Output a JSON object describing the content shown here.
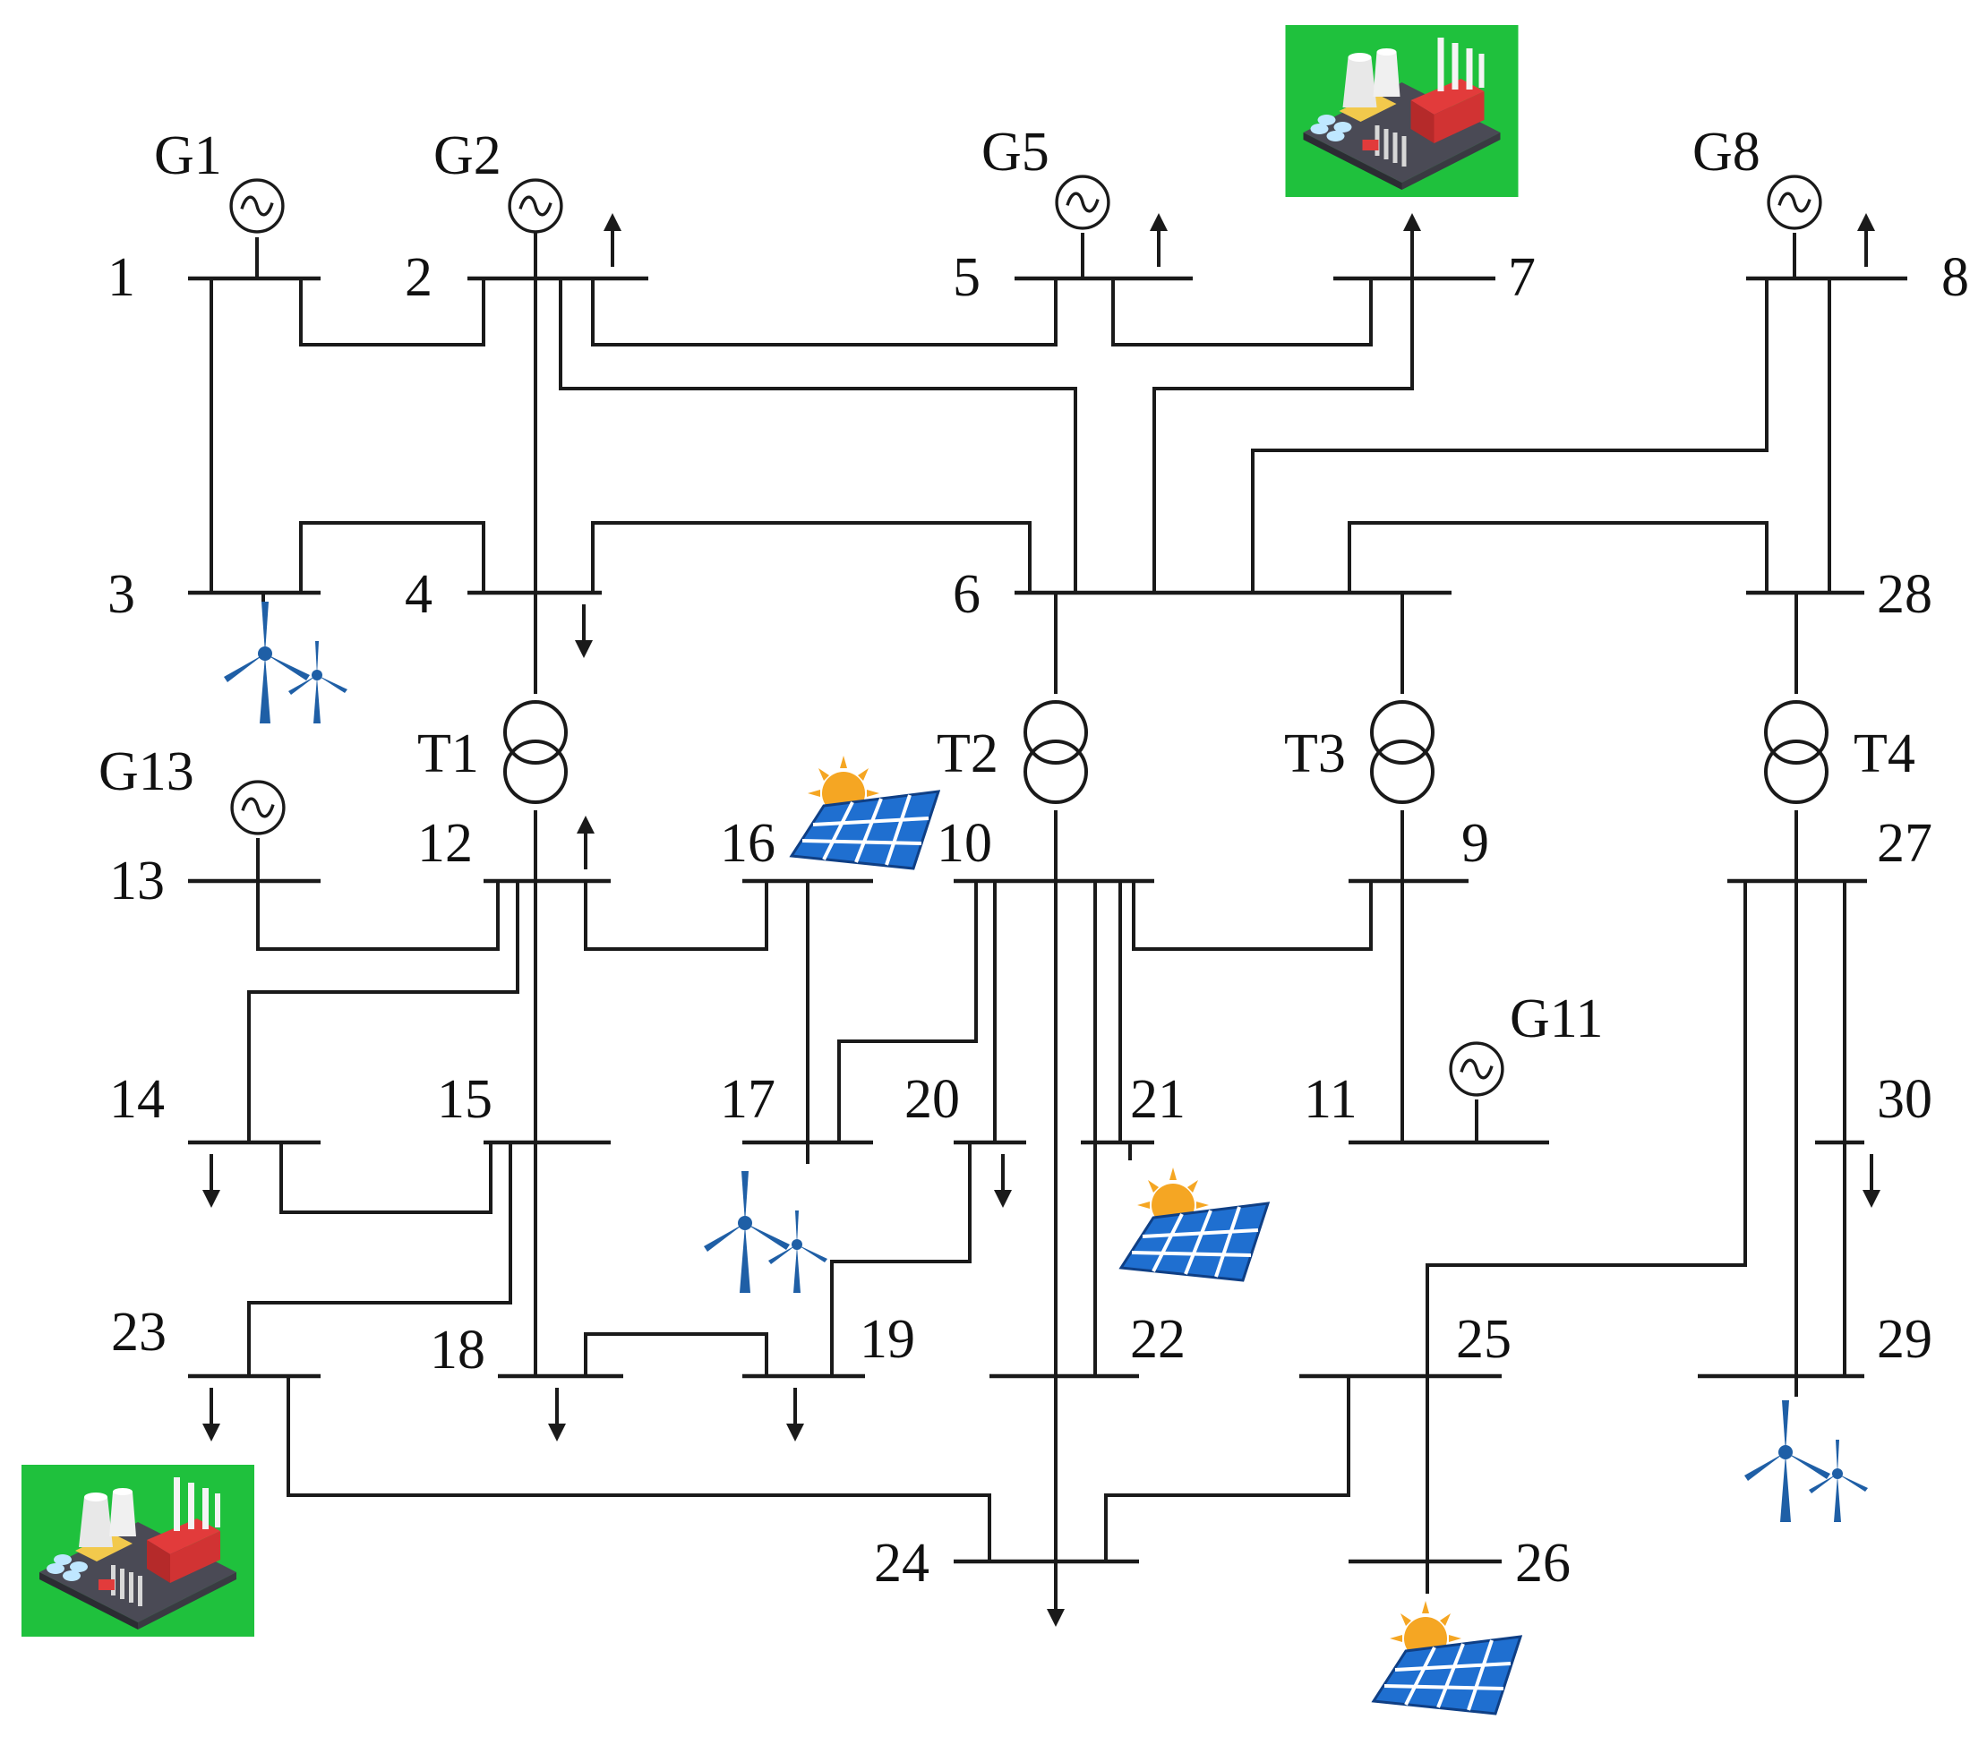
{
  "colors": {
    "line": "#1a1a1a",
    "plant_background": "#1fc13d",
    "wind_turbine": "#1f5fa6",
    "solar_panel": "#1f6fd0",
    "sun": "#f5a623"
  },
  "icons": {
    "generator": "generator-sine-icon",
    "transformer": "two-winding-transformer-icon",
    "load": "load-arrow-icon",
    "wind": "wind-turbine-icon",
    "solar": "solar-panel-icon",
    "plant": "thermal-power-plant-icon"
  },
  "buses": [
    {
      "id": "1",
      "label": "1"
    },
    {
      "id": "2",
      "label": "2"
    },
    {
      "id": "3",
      "label": "3"
    },
    {
      "id": "4",
      "label": "4"
    },
    {
      "id": "5",
      "label": "5"
    },
    {
      "id": "6",
      "label": "6"
    },
    {
      "id": "7",
      "label": "7"
    },
    {
      "id": "8",
      "label": "8"
    },
    {
      "id": "9",
      "label": "9"
    },
    {
      "id": "10",
      "label": "10"
    },
    {
      "id": "11",
      "label": "11"
    },
    {
      "id": "12",
      "label": "12"
    },
    {
      "id": "13",
      "label": "13"
    },
    {
      "id": "14",
      "label": "14"
    },
    {
      "id": "15",
      "label": "15"
    },
    {
      "id": "16",
      "label": "16"
    },
    {
      "id": "17",
      "label": "17"
    },
    {
      "id": "18",
      "label": "18"
    },
    {
      "id": "19",
      "label": "19"
    },
    {
      "id": "20",
      "label": "20"
    },
    {
      "id": "21",
      "label": "21"
    },
    {
      "id": "22",
      "label": "22"
    },
    {
      "id": "23",
      "label": "23"
    },
    {
      "id": "24",
      "label": "24"
    },
    {
      "id": "25",
      "label": "25"
    },
    {
      "id": "26",
      "label": "26"
    },
    {
      "id": "27",
      "label": "27"
    },
    {
      "id": "28",
      "label": "28"
    },
    {
      "id": "29",
      "label": "29"
    },
    {
      "id": "30",
      "label": "30"
    }
  ],
  "generators": [
    {
      "id": "G1",
      "label": "G1",
      "bus": "1"
    },
    {
      "id": "G2",
      "label": "G2",
      "bus": "2"
    },
    {
      "id": "G5",
      "label": "G5",
      "bus": "5"
    },
    {
      "id": "G8",
      "label": "G8",
      "bus": "8"
    },
    {
      "id": "G11",
      "label": "G11",
      "bus": "11"
    },
    {
      "id": "G13",
      "label": "G13",
      "bus": "13"
    }
  ],
  "transformers": [
    {
      "id": "T1",
      "label": "T1",
      "from": "4",
      "to": "12"
    },
    {
      "id": "T2",
      "label": "T2",
      "from": "6",
      "to": "10"
    },
    {
      "id": "T3",
      "label": "T3",
      "from": "6",
      "to": "9"
    },
    {
      "id": "T4",
      "label": "T4",
      "from": "28",
      "to": "27"
    }
  ],
  "renewables": [
    {
      "type": "wind",
      "bus": "3"
    },
    {
      "type": "wind",
      "bus": "17"
    },
    {
      "type": "wind",
      "bus": "29"
    },
    {
      "type": "solar",
      "bus": "16"
    },
    {
      "type": "solar",
      "bus": "21"
    },
    {
      "type": "solar",
      "bus": "26"
    }
  ],
  "plants": [
    {
      "type": "thermal",
      "bus": "7"
    },
    {
      "type": "thermal",
      "bus": "23"
    }
  ]
}
